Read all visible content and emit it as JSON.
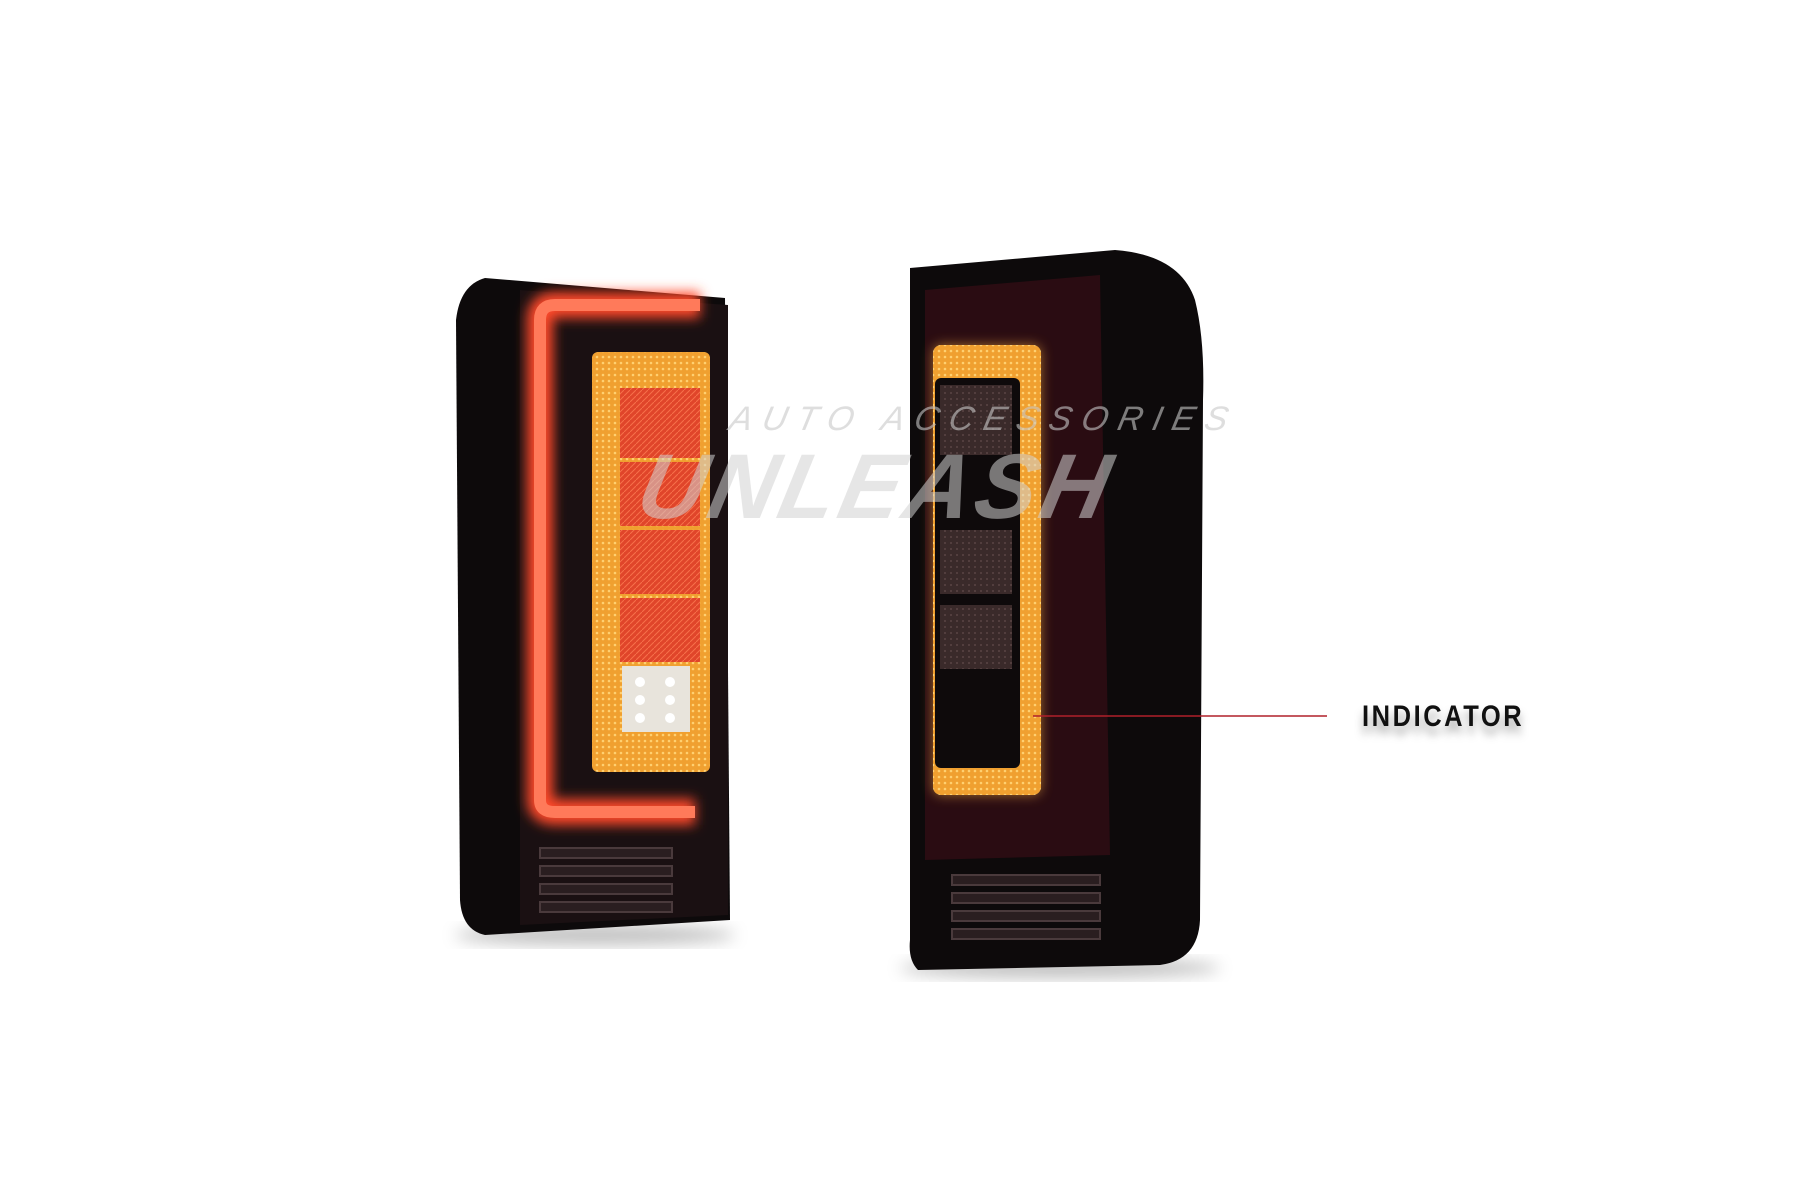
{
  "callout": {
    "label": "INDICATOR",
    "line_color": "#b0202a"
  },
  "watermark": {
    "brand": "UNLEASH",
    "tagline": "AUTO ACCESSORIES"
  },
  "colors": {
    "housing": "#0d0a0b",
    "light_bar": "#ff4a2a",
    "amber": "#f29a2a",
    "red_lens": "#e0452a"
  }
}
